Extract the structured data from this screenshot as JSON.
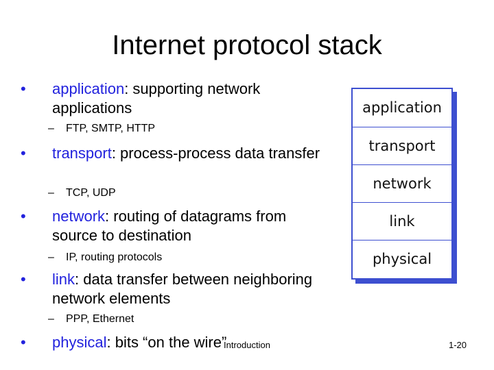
{
  "title": "Internet protocol stack",
  "bullets": [
    {
      "term": "application",
      "text": ": supporting network applications",
      "sub": "FTP, SMTP, HTTP"
    },
    {
      "term": "transport",
      "text": ": process-process data transfer",
      "sub": "TCP, UDP"
    },
    {
      "term": "network",
      "text": ": routing of datagrams from source to destination",
      "sub": "IP, routing protocols"
    },
    {
      "term": "link",
      "text": ": data transfer between neighboring  network elements",
      "sub": "PPP, Ethernet"
    },
    {
      "term": "physical",
      "text": ": bits “on the wire”",
      "sub": ""
    }
  ],
  "bullet_symbol": "•",
  "sub_dash": "–",
  "stack": [
    "application",
    "transport",
    "network",
    "link",
    "physical"
  ],
  "footer": {
    "center": "Introduction",
    "page": "1-20"
  },
  "colors": {
    "term": "#2222dd",
    "stack_border": "#3d4fd0"
  }
}
